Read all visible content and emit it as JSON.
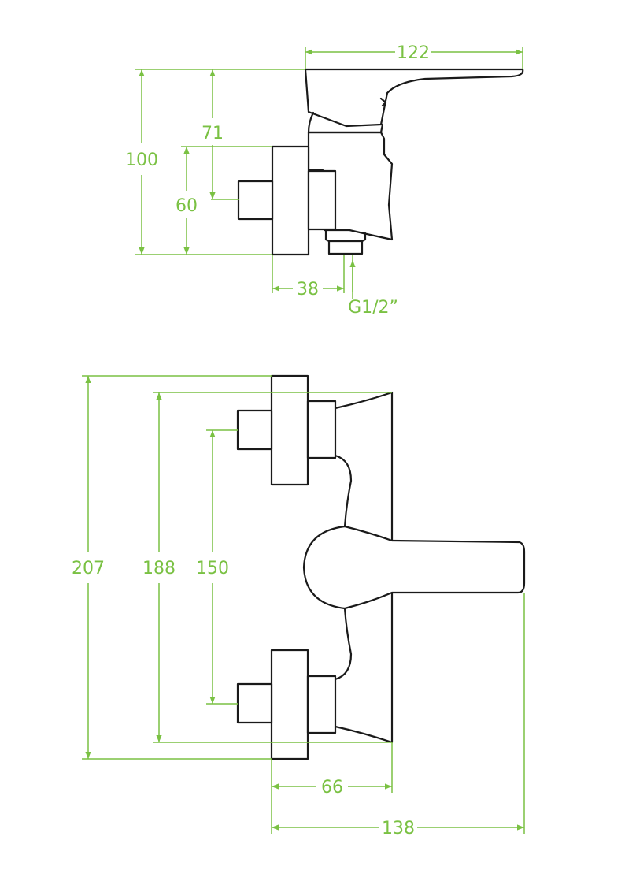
{
  "colors": {
    "dimension": "#7ac143",
    "outline": "#1a1a1a",
    "background": "#ffffff"
  },
  "side_view": {
    "dims": {
      "width_top": "122",
      "height_total": "100",
      "height_upper": "71",
      "height_inlet": "60",
      "depth_inlet": "38",
      "thread": "G1/2”"
    }
  },
  "front_view": {
    "dims": {
      "height_total": "207",
      "height_inner": "188",
      "inlet_spacing": "150",
      "depth_body": "66",
      "depth_total": "138"
    }
  }
}
